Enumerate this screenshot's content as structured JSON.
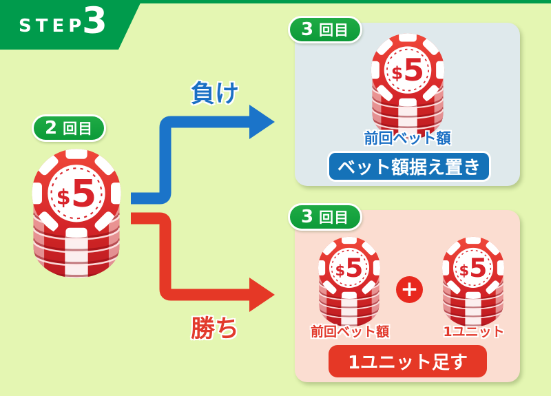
{
  "step_banner": {
    "label": "STEP",
    "number": "3"
  },
  "round_2": {
    "number": "2",
    "suffix": "回目"
  },
  "chip": {
    "currency": "$",
    "value": "5"
  },
  "branches": {
    "lose": {
      "arrow_label": "負け",
      "round": {
        "number": "3",
        "suffix": "回目"
      },
      "chip_caption": "前回ベット額",
      "action": "ベット額据え置き"
    },
    "win": {
      "arrow_label": "勝ち",
      "round": {
        "number": "3",
        "suffix": "回目"
      },
      "chip1_caption": "前回ベット額",
      "plus": "+",
      "chip2_caption": "1ユニット",
      "action": "1ユニット足す"
    }
  },
  "colors": {
    "background": "#e4f6b2",
    "banner_green": "#009b4c",
    "pill_green": "#14a23c",
    "lose_blue": "#1a6fc4",
    "win_red": "#e53826",
    "lose_panel_bg": "#dfe9ec",
    "win_panel_bg": "#fbddd1",
    "chip_red": "#d8232a"
  }
}
